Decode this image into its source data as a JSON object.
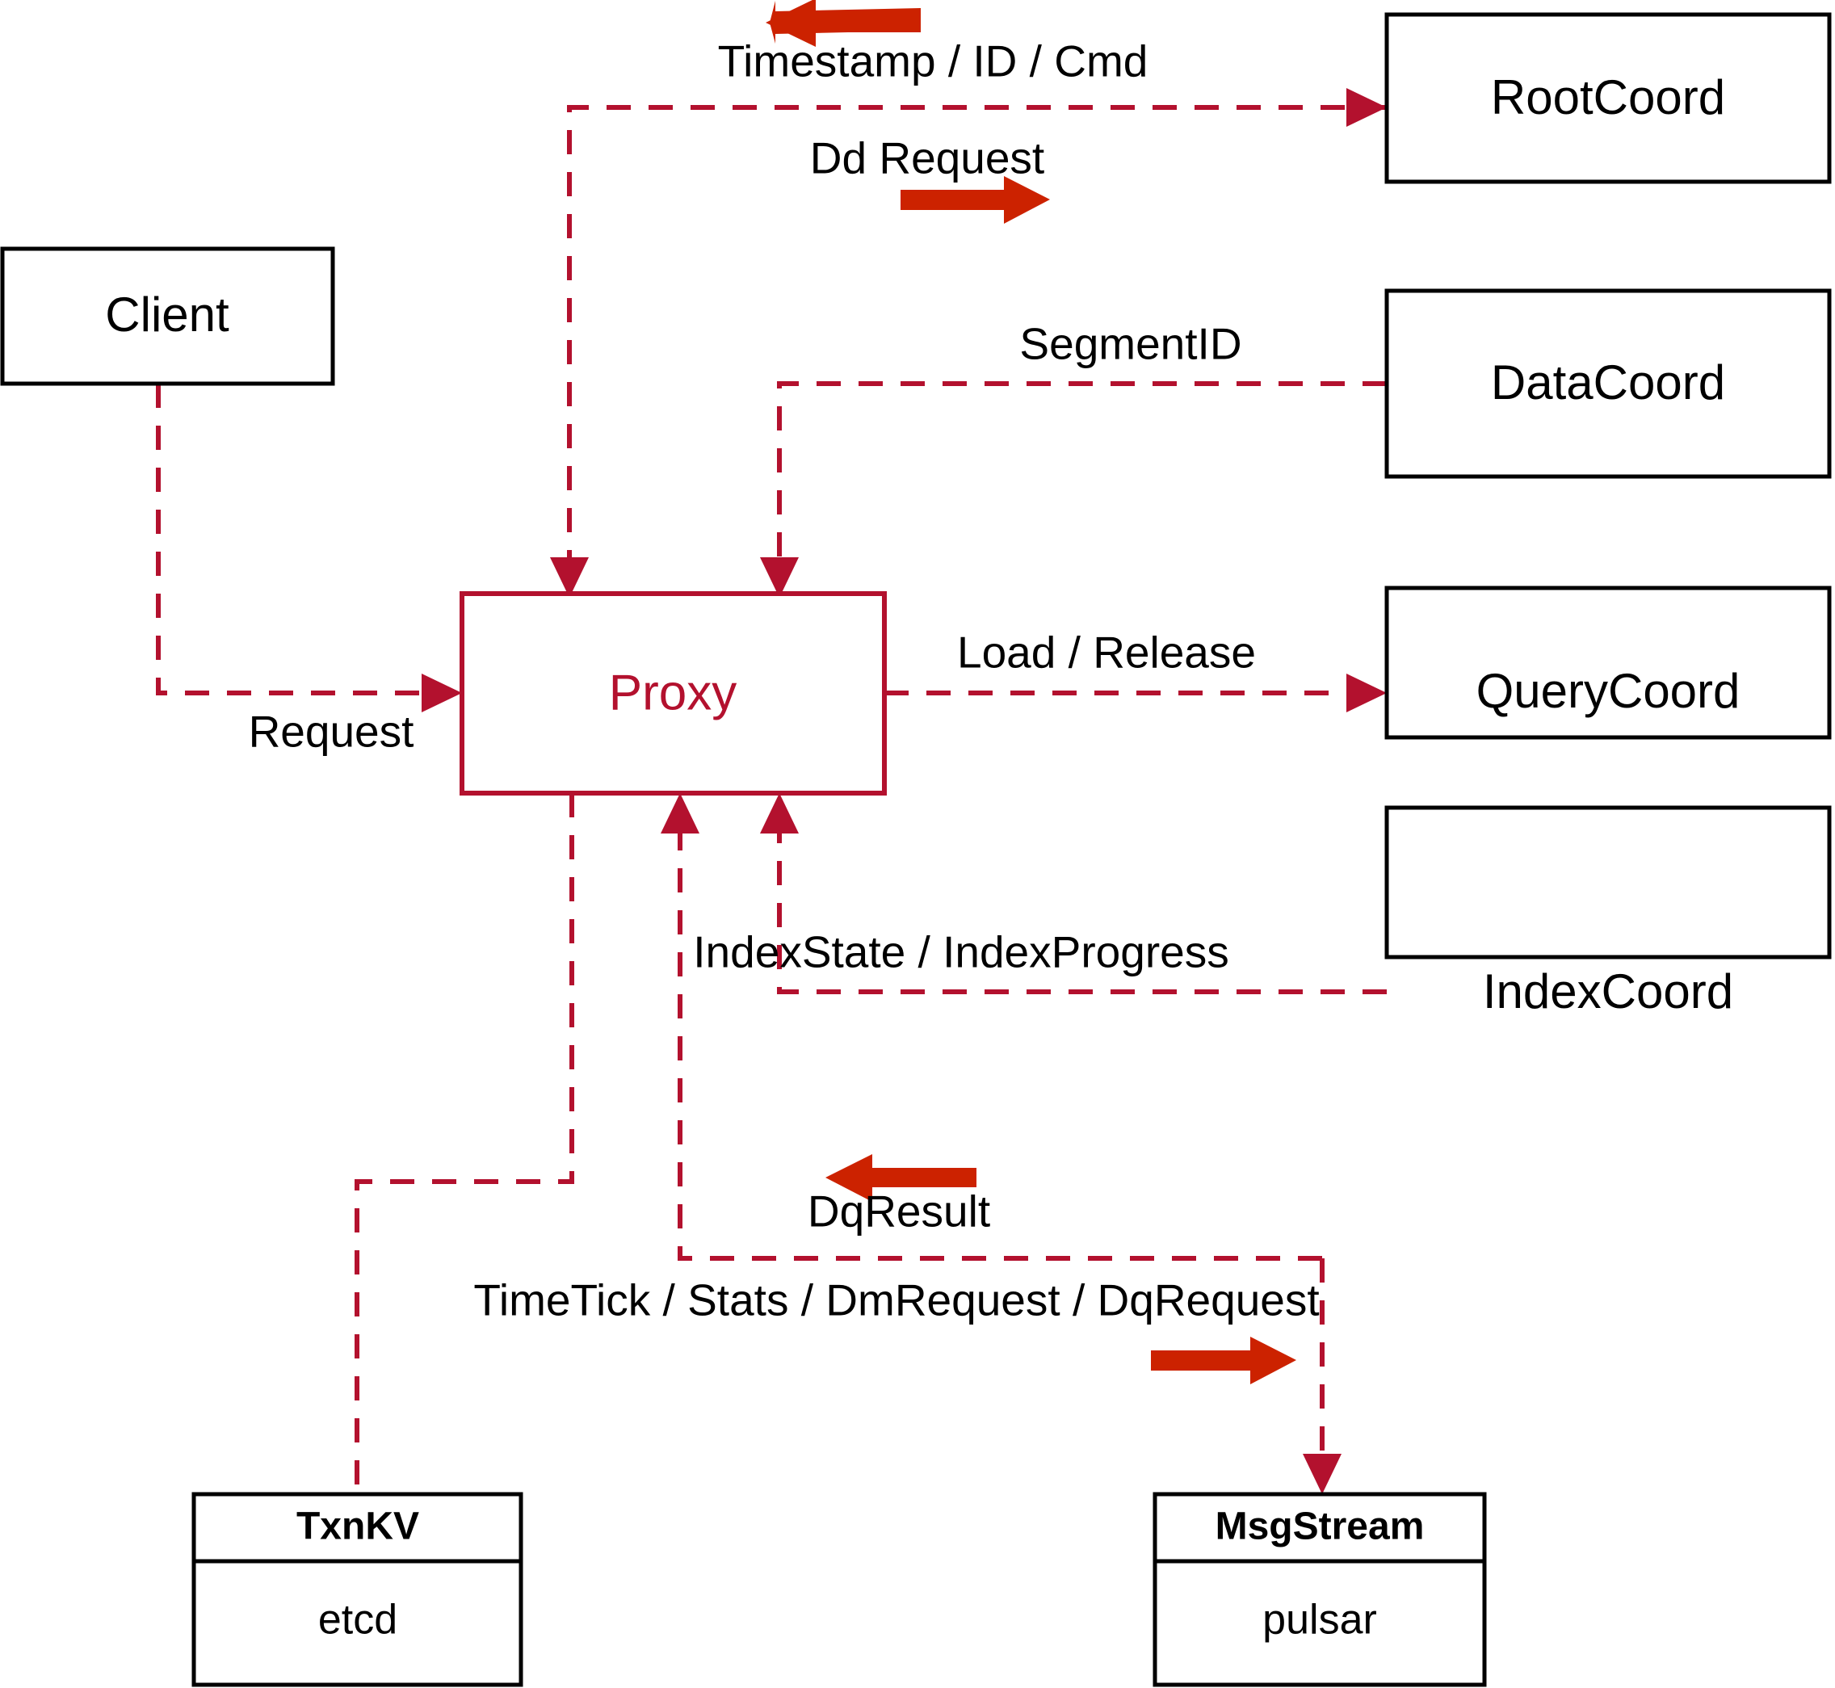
{
  "diagram": {
    "title": "Milvus Proxy interaction diagram",
    "colors": {
      "node_stroke": "#000000",
      "proxy_stroke": "#b3112e",
      "flow_line": "#b3112e",
      "direction_arrow": "#cc2200",
      "background": "#ffffff"
    },
    "nodes": [
      {
        "id": "client",
        "label": "Client"
      },
      {
        "id": "proxy",
        "label": "Proxy"
      },
      {
        "id": "rootcoord",
        "label": "RootCoord"
      },
      {
        "id": "datacoord",
        "label": "DataCoord"
      },
      {
        "id": "querycoord",
        "label": "QueryCoord"
      },
      {
        "id": "indexcoord",
        "label": "IndexCoord"
      },
      {
        "id": "txnkv",
        "label": "TxnKV",
        "sublabel": "etcd"
      },
      {
        "id": "msgstream",
        "label": "MsgStream",
        "sublabel": "pulsar"
      }
    ],
    "edges": [
      {
        "id": "timestamp-id-cmd",
        "label": "Timestamp / ID / Cmd",
        "from": "rootcoord",
        "to": "proxy",
        "direction": "left"
      },
      {
        "id": "dd-request",
        "label": "Dd Request",
        "from": "proxy",
        "to": "rootcoord",
        "direction": "right"
      },
      {
        "id": "segment-id",
        "label": "SegmentID",
        "from": "datacoord",
        "to": "proxy",
        "direction": "left"
      },
      {
        "id": "load-release",
        "label": "Load / Release",
        "from": "proxy",
        "to": "querycoord",
        "direction": "right"
      },
      {
        "id": "index-state",
        "label": "IndexState / IndexProgress",
        "from": "indexcoord",
        "to": "proxy",
        "direction": "left"
      },
      {
        "id": "request",
        "label": "Request",
        "from": "client",
        "to": "proxy",
        "direction": "right"
      },
      {
        "id": "dq-result",
        "label": "DqResult",
        "from": "msgstream",
        "to": "proxy",
        "direction": "left"
      },
      {
        "id": "timetick-stats",
        "label": "TimeTick / Stats / DmRequest / DqRequest",
        "from": "proxy",
        "to": "msgstream",
        "direction": "right"
      },
      {
        "id": "txnkv-link",
        "label": "",
        "from": "proxy",
        "to": "txnkv",
        "direction": "none"
      }
    ]
  }
}
